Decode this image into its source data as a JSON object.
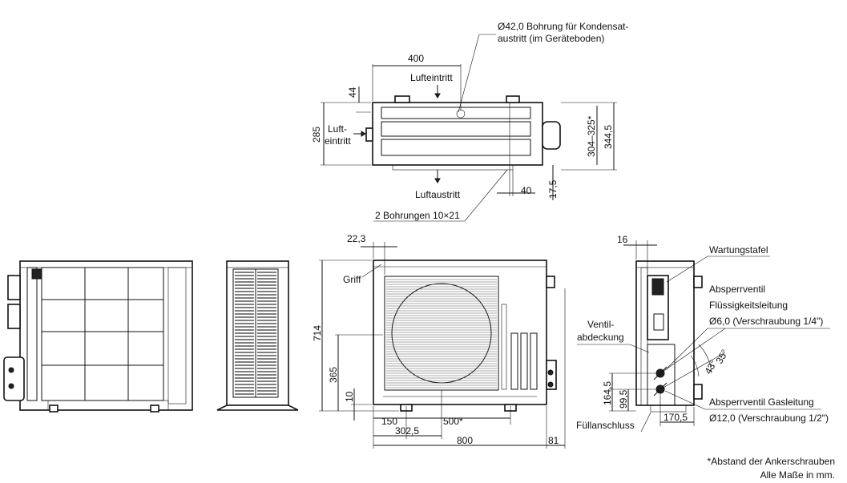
{
  "top_view": {
    "drain_note_line1": "Ø42,0 Bohrung für Kondensat-",
    "drain_note_line2": "austritt (im Geräteboden)",
    "dim_400": "400",
    "dim_44": "44",
    "dim_285": "285",
    "dim_304_325": "304–325*",
    "dim_344_5": "344,5",
    "dim_40": "40",
    "dim_17_5": "17,5",
    "air_inlet_top": "Lufteintritt",
    "air_inlet_side_1": "Luft-",
    "air_inlet_side_2": "eintritt",
    "air_outlet": "Luftaustritt",
    "holes_note": "2 Bohrungen 10×21"
  },
  "front_view": {
    "dim_22_3": "22,3",
    "griff": "Griff",
    "dim_714": "714",
    "dim_365": "365",
    "dim_10": "10",
    "dim_150": "150",
    "dim_500": "500*",
    "dim_302_5": "302,5",
    "dim_800": "800",
    "dim_81": "81"
  },
  "side_view": {
    "dim_16": "16",
    "wartungstafel": "Wartungstafel",
    "absperrventil_1": "Absperrventil",
    "absperrventil_2": "Flüssigkeitsleitung",
    "absperrventil_3": "Ø6,0 (Verschraubung 1/4\")",
    "ventil_1": "Ventil-",
    "ventil_2": "abdeckung",
    "angle_35": "35°",
    "angle_43": "43°",
    "dim_164_5": "164,5",
    "dim_99_5": "99,5",
    "dim_170_5": "170,5",
    "gas_1": "Absperrventil Gasleitung",
    "gas_2": "Ø12,0 (Verschraubung 1/2\")",
    "fuellanschluss": "Füllanschluss"
  },
  "notes": {
    "anchor": "*Abstand der Ankerschrauben",
    "units": "Alle Maße in mm."
  }
}
